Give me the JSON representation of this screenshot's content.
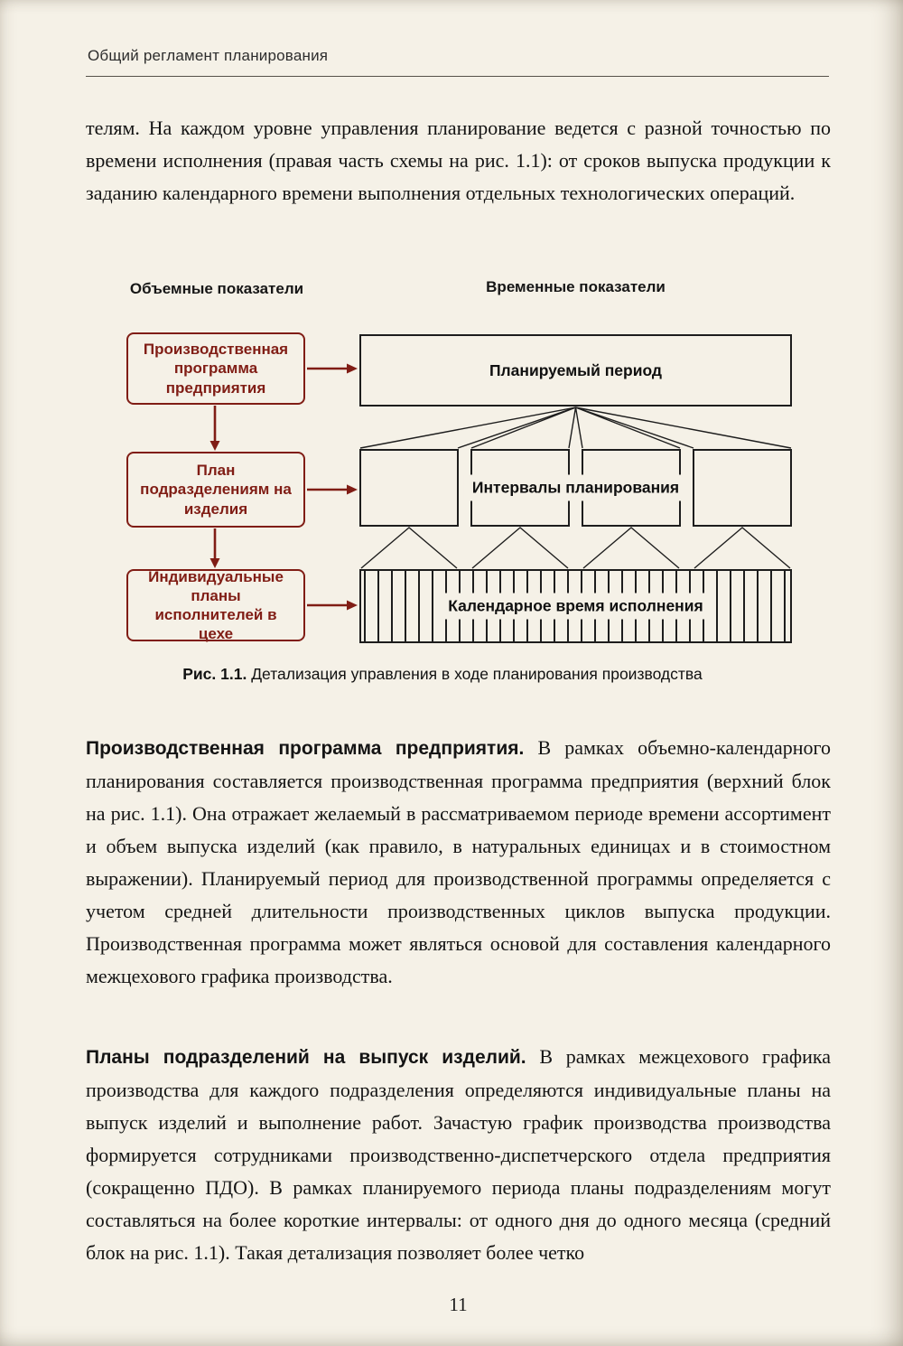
{
  "page": {
    "running_header": "Общий регламент планирования",
    "page_number": "11"
  },
  "intro_paragraph": "телям. На каждом уровне управления планирование ведется с разной точностью по времени исполнения (правая часть схемы на рис. 1.1): от сроков выпуска продукции к заданию календарного времени выполнения отдельных технологических операций.",
  "figure": {
    "left_column_title": "Объемные показатели",
    "right_column_title": "Временные показатели",
    "boxes": {
      "production_program": "Производственная программа предприятия",
      "division_plan": "План подразделениям на изделия",
      "individual_plans": "Индивидуальные планы исполнителей в цехе",
      "planning_period": "Планируемый период",
      "planning_intervals": "Интервалы планирования",
      "calendar_time": "Календарное время исполнения"
    },
    "caption_label": "Рис. 1.1.",
    "caption_text": " Детализация управления в ходе планирования производства"
  },
  "paragraphs": [
    {
      "lead": "Производственная программа предприятия.",
      "body": " В рамках объемно-календарного планирования составляется производственная программа предприятия (верхний блок на рис. 1.1). Она отражает желаемый в рассматриваемом периоде времени ассортимент и объем выпуска изделий (как правило, в натуральных единицах и в стоимостном выражении). Планируемый период для производственной программы определяется с учетом средней длительности производственных циклов выпуска продукции. Производственная программа может являться основой для составления календарного межцехового графика производства."
    },
    {
      "lead": "Планы подразделений на выпуск изделий.",
      "body": " В рамках межцехового графика производства для каждого подразделения определяются индивидуальные планы на выпуск изделий и выполнение работ. Зачастую график производства производства формируется сотрудниками производственно-диспетчерского отдела предприятия (сокращенно ПДО). В рамках планируемого периода планы подразделениям могут составляться на более короткие интервалы: от одного дня до одного месяца (средний блок на рис. 1.1). Такая детализация позволяет более четко"
    }
  ],
  "colors": {
    "accent_red": "#801d15",
    "diagram_black": "#1d1d1d",
    "page_bg": "#f5f1e7"
  }
}
